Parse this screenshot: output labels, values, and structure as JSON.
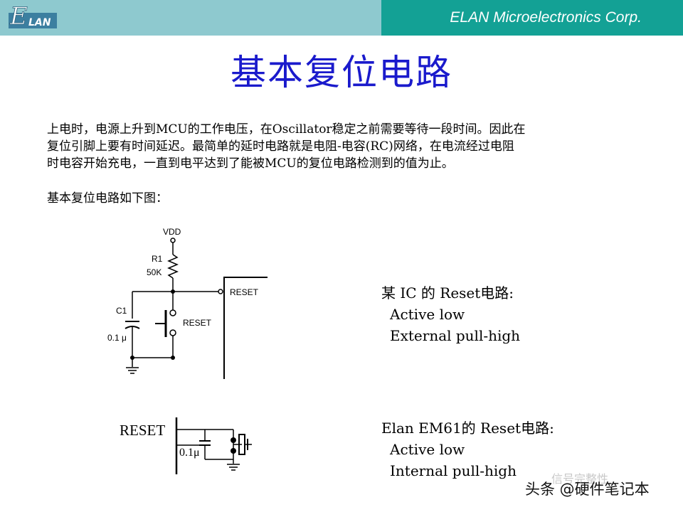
{
  "header": {
    "company": "ELAN Microelectronics Corp.",
    "logo_text": "LAN",
    "logo_letter": "E"
  },
  "title": "基本复位电路",
  "paragraph": {
    "lines": [
      "上电时，电源上升到MCU的工作电压，在Oscillator稳定之前需要等待一段时间。因此在",
      "复位引脚上要有时间延迟。最简单的延时电路就是电阻-电容(RC)网络，在电流经过电阻",
      "时电容开始充电，一直到电平达到了能被MCU的复位电路检测到的值为止。"
    ]
  },
  "subheading": "基本复位电路如下图：",
  "circuit1": {
    "vdd": "VDD",
    "r1": "R1",
    "r1_value": "50K",
    "c1": "C1",
    "c1_value": "0.1 μ",
    "switch_label": "RESET",
    "pin_label": "RESET"
  },
  "circuit2": {
    "reset_label": "RESET",
    "cap_value": "0.1μ"
  },
  "description1": {
    "title": "某 IC 的 Reset电路:",
    "line1": "Active low",
    "line2": "External pull-high"
  },
  "description2": {
    "title": "Elan EM61的 Reset电路:",
    "line1": "Active low",
    "line2": "Internal pull-high"
  },
  "watermark": {
    "main": "头条 @硬件笔记本",
    "faint": "信号完整性"
  },
  "colors": {
    "header_left": "#8ec9cf",
    "header_right": "#13a195",
    "title": "#1a1acc"
  }
}
